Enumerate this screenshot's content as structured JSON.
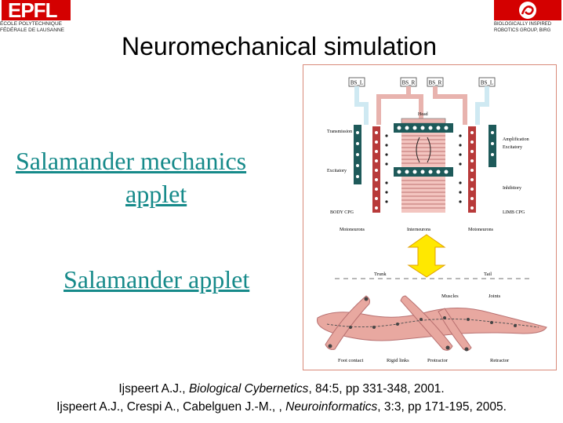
{
  "header": {
    "left_logo": {
      "name": "epfl-logo",
      "wordmark": "EPFL",
      "line1": "ÉCOLE POLYTECHNIQUE",
      "line2": "FÉDÉRALE DE LAUSANNE"
    },
    "right_logo": {
      "name": "birg-logo",
      "line1": "BIOLOGICALLY INSPIRED",
      "line2": "ROBOTICS GROUP, BIRG"
    }
  },
  "title": "Neuromechanical simulation",
  "links": {
    "mechanics_line1": "Salamander mechanics",
    "mechanics_line2": "applet",
    "salamander": "Salamander applet"
  },
  "figure": {
    "top_labels": [
      "BS_L",
      "BS_R",
      "BS_R",
      "BS_L"
    ],
    "head_label": "Head",
    "left_labels": [
      "Transmission",
      "Excitatory",
      "BODY CPG"
    ],
    "right_labels": [
      "Amplification",
      "Excitatory",
      "Inhibitory",
      "LIMB CPG"
    ],
    "bottom_labels": [
      "Motoneurons",
      "Interneurons",
      "Motoneurons"
    ],
    "body_labels": {
      "trunk": "Trunk",
      "tail": "Tail",
      "muscles": "Muscles",
      "joints": "Joints",
      "foot_contact": "Foot contact",
      "rigid_links": "Rigid links",
      "protractor": "Protractor",
      "retractor": "Retractor"
    },
    "colors": {
      "frame": "#d98a7a",
      "pink_body": "#e8a8a0",
      "teal": "#1e5a5a",
      "red_column": "#b83a3a",
      "arrow_yellow": "#ffe800"
    }
  },
  "references": {
    "ref1_pre": "Ijspeert A.J., ",
    "ref1_journal": "Biological Cybernetics",
    "ref1_post": ", 84:5, pp 331-348, 2001.",
    "ref2_pre": "Ijspeert A.J., Crespi A., Cabelguen J.-M., , ",
    "ref2_journal": "Neuroinformatics",
    "ref2_post": ", 3:3, pp 171-195, 2005."
  }
}
